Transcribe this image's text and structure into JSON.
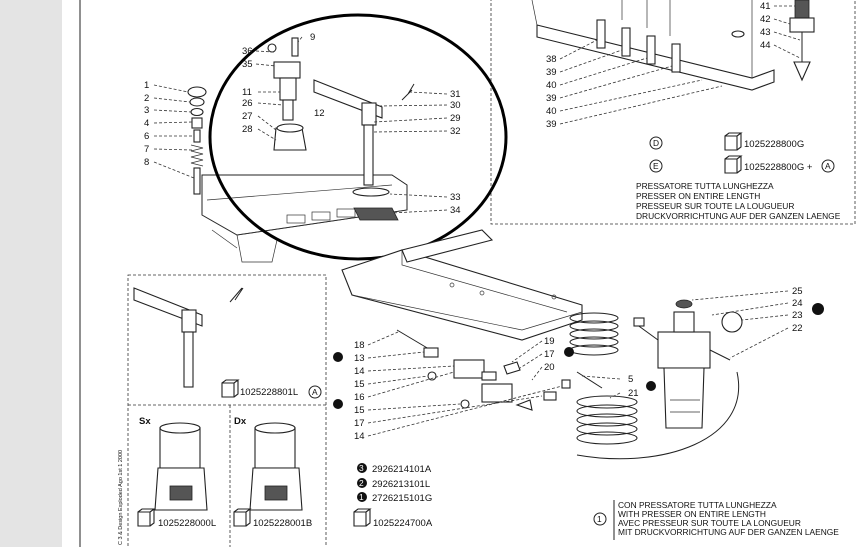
{
  "labels": {
    "left_callouts": [
      "1",
      "2",
      "3",
      "4",
      "6",
      "7",
      "8"
    ],
    "circle_callouts_top": [
      "36",
      "35",
      "9",
      "11",
      "26",
      "27",
      "28",
      "12"
    ],
    "circle_callouts_right": [
      "31",
      "30",
      "29",
      "32",
      "33",
      "34"
    ],
    "rail_callouts_left": [
      "38",
      "39",
      "40",
      "39",
      "40",
      "39"
    ],
    "rail_callouts_right": [
      "41",
      "42",
      "43",
      "44"
    ],
    "valve_callouts_left": [
      "18",
      "13",
      "14",
      "15",
      "16",
      "15",
      "17",
      "14"
    ],
    "valve_callouts_mid": [
      "19",
      "17",
      "20"
    ],
    "spring_callouts": [
      "5",
      "21"
    ],
    "lube_callouts": [
      "25",
      "24",
      "23",
      "22"
    ],
    "side_label_sx": "Sx",
    "side_label_dx": "Dx",
    "side_print_text": "C 3 & Design Exploded   Ago 1st   1 2000"
  },
  "codes": {
    "rail_code_d": "1025228800G",
    "rail_code_e": "1025228800G +",
    "rail_code_e_suffix": "A",
    "boxed_code": "1025228801L",
    "boxed_code_suffix": "A",
    "bottom_code_sx": "1025228000L",
    "bottom_code_dx": "1025228001B",
    "bottom_code_3": "1025224700A",
    "bullet_1": "2926214101A",
    "bullet_2": "2926213101L",
    "bullet_3": "2726215101G"
  },
  "captions": {
    "rail_line1": "PRESSATORE TUTTA LUNGHEZZA",
    "rail_line2": "PRESSER ON ENTIRE LENGTH",
    "rail_line3": "PRESSEUR SUR TOUTE LA LOUGUEUR",
    "rail_line4": "DRUCKVORRICHTUNG AUF DER GANZEN LAENGE",
    "bottom_line1": "CON PRESSATORE TUTTA LUNGHEZZA",
    "bottom_line2": "WITH PRESSER ON ENTIRE LENGTH",
    "bottom_line3": "AVEC PRESSEUR SUR TOUTE LA LONGUEUR",
    "bottom_line4": "MIT DRUCKVORRICHTUNG AUF DER GANZEN LAENGE"
  },
  "markers": {
    "d": "D",
    "e": "E",
    "one": "1",
    "n1": "1",
    "n2": "2",
    "n3": "3"
  }
}
